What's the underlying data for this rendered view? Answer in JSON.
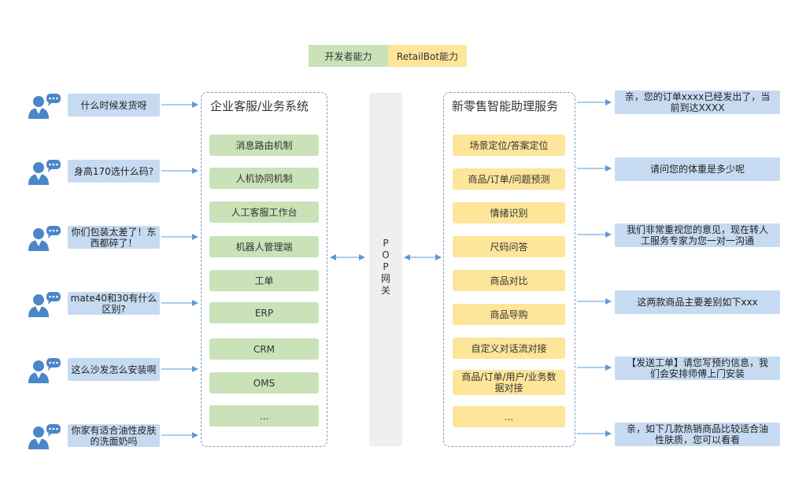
{
  "legend": {
    "developer_label": "开发者能力",
    "retailbot_label": "RetailBot能力",
    "developer_color": "#c9e2b8",
    "retailbot_color": "#fde59a"
  },
  "customer_questions": [
    "什么时候发货呀",
    "身高170选什么码?",
    "你们包装太差了！东西都碎了！",
    "mate40和30有什么区别?",
    "这么沙发怎么安装啊",
    "你家有适合油性皮肤的洗面奶吗"
  ],
  "enterprise_panel": {
    "title": "企业客服/业务系统",
    "items": [
      "消息路由机制",
      "人机协同机制",
      "人工客服工作台",
      "机器人管理端",
      "工单",
      "ERP",
      "CRM",
      "OMS",
      "..."
    ]
  },
  "gateway": {
    "label_lines": [
      "P",
      "O",
      "P",
      "网",
      "关"
    ]
  },
  "retail_panel": {
    "title": "新零售智能助理服务",
    "items": [
      "场景定位/答案定位",
      "商品/订单/问题预测",
      "情绪识别",
      "尺码问答",
      "商品对比",
      "商品导购",
      "自定义对话流对接",
      "商品/订单/用户/业务数据对接",
      "..."
    ]
  },
  "bot_answers": [
    "亲，您的订单xxxx已经发出了，当前到达XXXX",
    "请问您的体重是多少呢",
    "我们非常重视您的意见，现在转人工服务专家为您一对一沟通",
    "这两款商品主要差别如下xxx",
    "【发送工单】请您写预约信息，我们会安排师傅上门安装",
    "亲，如下几款热销商品比较适合油性肤质，您可以看看"
  ],
  "colors": {
    "bubble": "#c6dbf1",
    "arrow": "#5b9bd5",
    "user_icon": "#4a86c8",
    "panel_border": "#7b9dc9"
  }
}
